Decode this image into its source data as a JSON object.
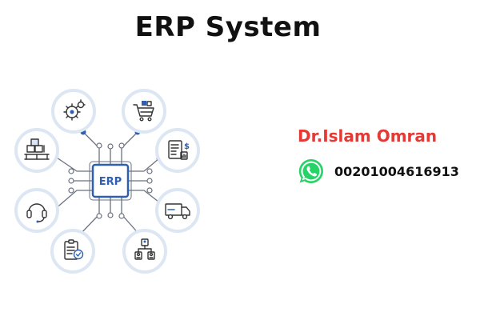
{
  "title": "ERP System",
  "hub": {
    "label": "ERP"
  },
  "modules": [
    {
      "icon": "gears-icon"
    },
    {
      "icon": "shopping-cart-icon"
    },
    {
      "icon": "invoice-icon"
    },
    {
      "icon": "delivery-truck-icon"
    },
    {
      "icon": "org-chart-icon"
    },
    {
      "icon": "checklist-clipboard-icon"
    },
    {
      "icon": "headset-icon"
    },
    {
      "icon": "inventory-boxes-icon"
    }
  ],
  "author": "Dr.Islam Omran",
  "contact": {
    "icon": "whatsapp-icon",
    "phone": "00201004616913"
  },
  "colors": {
    "accent_blue": "#2f5fb3",
    "line": "#6b7280",
    "circle_ring": "#dde6f3",
    "author_red": "#e53935",
    "whatsapp_green": "#25d366"
  }
}
